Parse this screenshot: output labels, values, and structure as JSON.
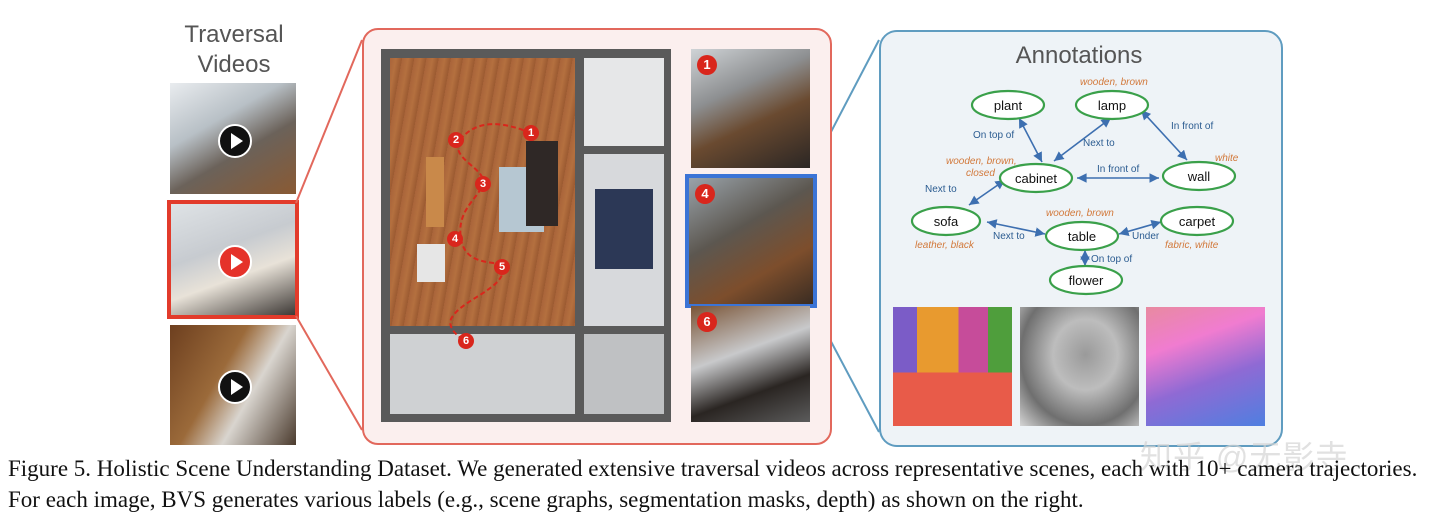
{
  "figure": {
    "left": {
      "title_line1": "Traversal",
      "title_line2": "Videos",
      "thumbnails": [
        {
          "name": "video-thumb-1",
          "play_icon": "play-icon"
        },
        {
          "name": "video-thumb-2-selected",
          "play_icon": "play-icon",
          "highlight_color": "#e23b2b"
        },
        {
          "name": "video-thumb-3",
          "play_icon": "play-icon"
        }
      ]
    },
    "center": {
      "panel_border_color": "#e2685c",
      "waypoints": [
        "1",
        "2",
        "3",
        "4",
        "5",
        "6"
      ],
      "camera_views": [
        "1",
        "4",
        "6"
      ],
      "selected_view_color": "#3b74d6"
    },
    "right": {
      "title": "Annotations",
      "panel_border_color": "#5f9cc0",
      "nodes": [
        "plant",
        "lamp",
        "cabinet",
        "wall",
        "sofa",
        "table",
        "carpet",
        "flower"
      ],
      "edges": [
        {
          "from": "plant",
          "to": "cabinet",
          "label": "On top of"
        },
        {
          "from": "lamp",
          "to": "cabinet",
          "label": "Next to"
        },
        {
          "from": "lamp",
          "to": "wall",
          "label": "In front of"
        },
        {
          "from": "cabinet",
          "to": "wall",
          "label": "In front of"
        },
        {
          "from": "sofa",
          "to": "cabinet",
          "label": "Next to"
        },
        {
          "from": "sofa",
          "to": "table",
          "label": "Next to"
        },
        {
          "from": "carpet",
          "to": "table",
          "label": "Under"
        },
        {
          "from": "flower",
          "to": "table",
          "label": "On top of"
        }
      ],
      "attributes": {
        "lamp": "wooden, brown",
        "cabinet_line1": "wooden, brown,",
        "cabinet_line2": "closed",
        "wall": "white",
        "table": "wooden, brown",
        "sofa": "leather, black",
        "carpet": "fabric, white"
      },
      "masks": [
        "segmentation",
        "depth",
        "surface-normals"
      ]
    },
    "caption": "Figure 5. Holistic Scene Understanding Dataset. We generated extensive traversal videos across representative scenes, each with 10+ camera trajectories. For each image, BVS generates various labels (e.g., scene graphs, segmentation masks, depth) as shown on the right.",
    "watermark": "知乎 @无影寺"
  }
}
